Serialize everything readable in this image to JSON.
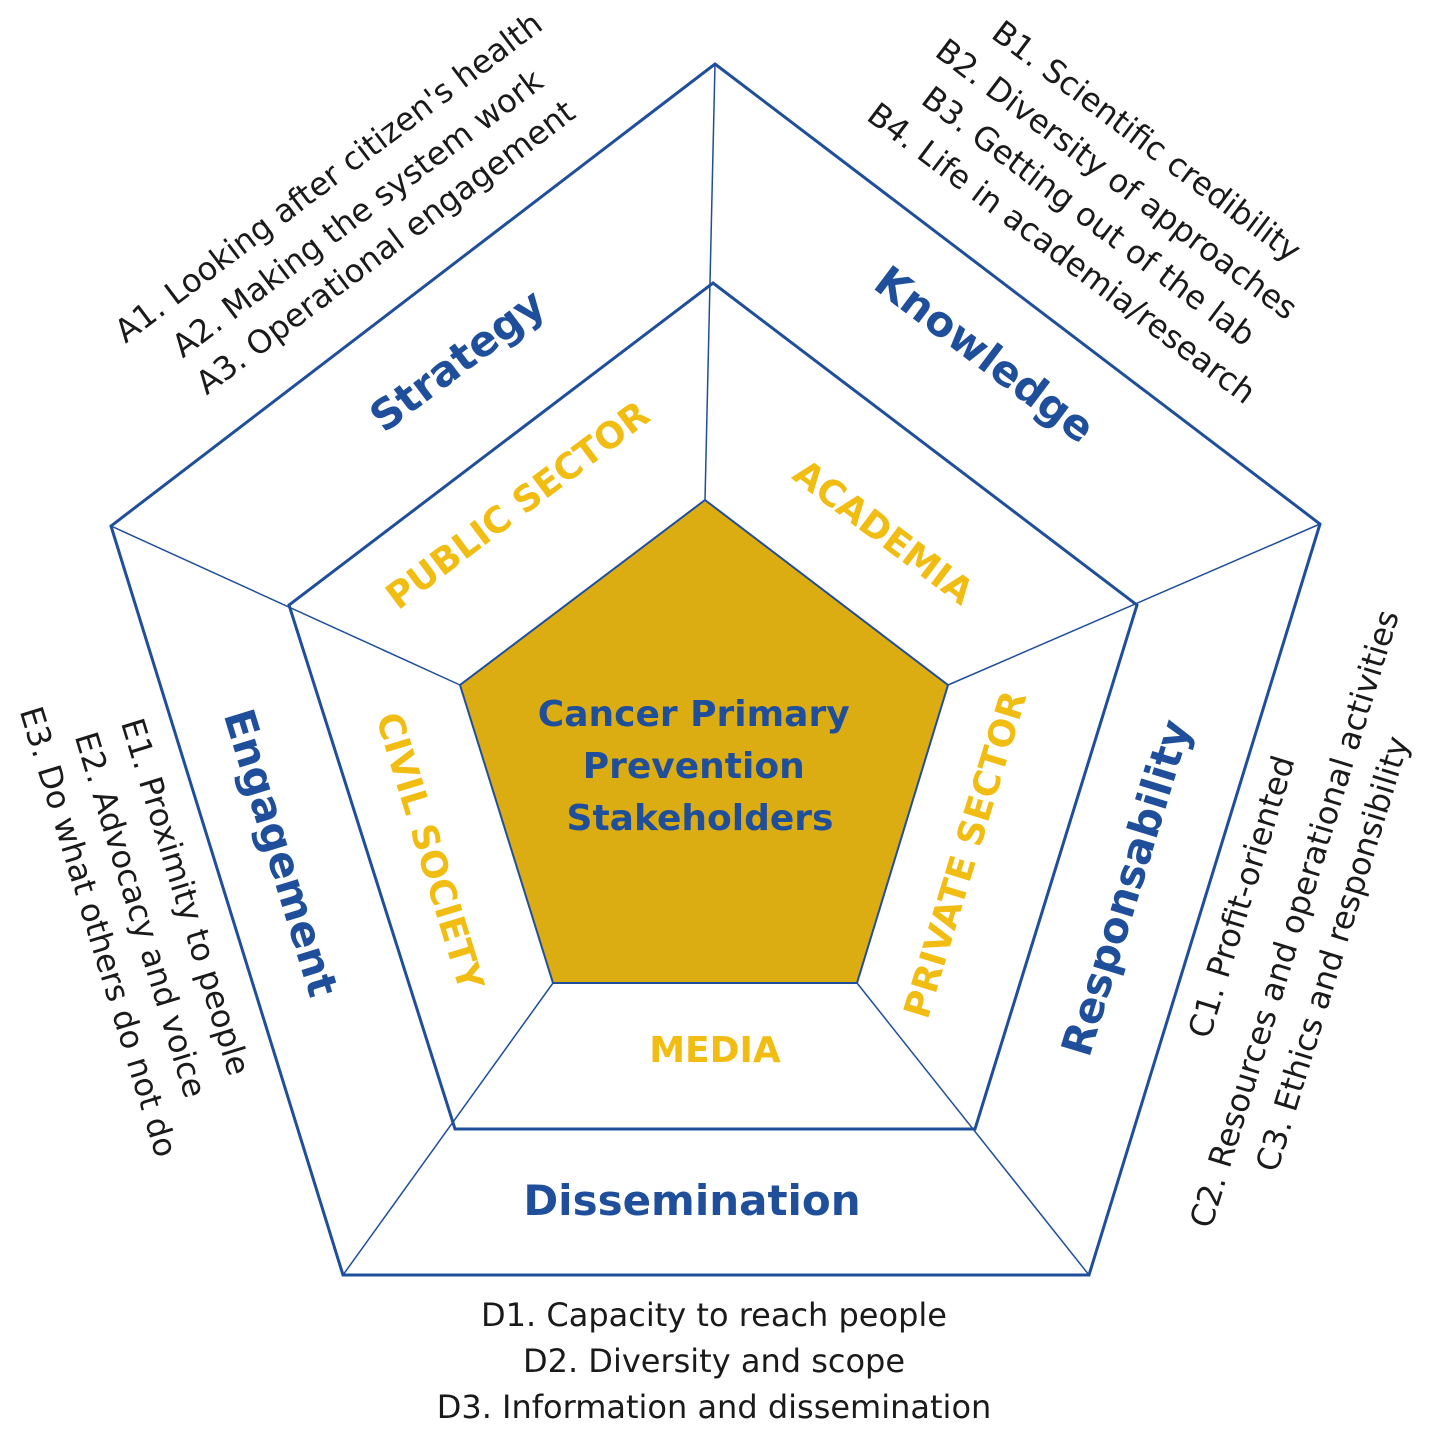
{
  "center": {
    "lines": [
      "Cancer Primary",
      "Prevention",
      "Stakeholders"
    ]
  },
  "dimensions": {
    "strategy": "Strategy",
    "knowledge": "Knowledge",
    "responsability": "Responsability",
    "dissemination": "Dissemination",
    "engagement": "Engagement"
  },
  "sectors": {
    "public": "PUBLIC SECTOR",
    "academia": "ACADEMIA",
    "private": "PRIVATE SECTOR",
    "media": "MEDIA",
    "civil": "CIVIL SOCIETY"
  },
  "criteria": {
    "A": [
      "A1. Looking after citizen's health",
      "A2. Making the system work",
      "A3. Operational engagement"
    ],
    "B": [
      "B1. Scientific credibility",
      "B2. Diversity of approaches",
      "B3. Getting out of the lab",
      "B4. Life in academia/research"
    ],
    "C": [
      "C1. Profit-oriented",
      "C2. Resources and operational activities",
      "C3. Ethics and responsibility"
    ],
    "D": [
      "D1. Capacity to reach people",
      "D2. Diversity and scope",
      "D3. Information and dissemination"
    ],
    "E": [
      "E1. Proximity to people",
      "E2. Advocacy and voice",
      "E3. Do what others do not do"
    ]
  },
  "colors": {
    "center_fill": "#dcad13",
    "line": "#1f4e9b",
    "dimension_text": "#1f4e9b",
    "sector_text": "#f2bd12",
    "item_text": "#1a1a1a"
  }
}
